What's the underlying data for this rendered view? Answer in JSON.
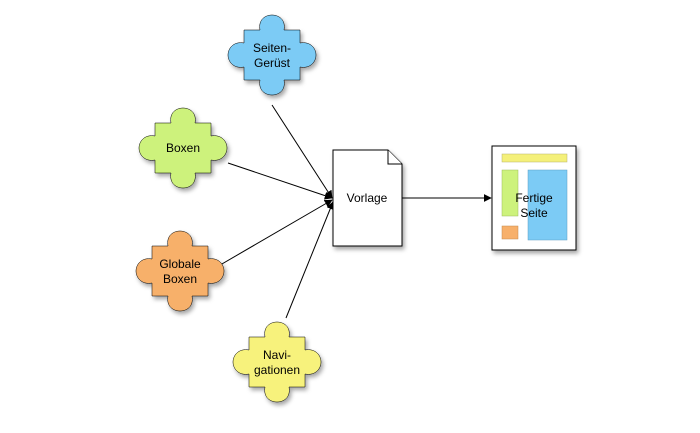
{
  "pieces": [
    {
      "id": "seiten-geruest",
      "lines": [
        "Seiten-",
        "Gerüst"
      ],
      "color": "#7ccbf5"
    },
    {
      "id": "boxen",
      "lines": [
        "Boxen"
      ],
      "color": "#cdf27c"
    },
    {
      "id": "globale-boxen",
      "lines": [
        "Globale",
        "Boxen"
      ],
      "color": "#f7b06a"
    },
    {
      "id": "navigationen",
      "lines": [
        "Navi-",
        "gationen"
      ],
      "color": "#f7f27c"
    }
  ],
  "template": {
    "label": "Vorlage"
  },
  "result": {
    "lines": [
      "Fertige",
      "Seite"
    ],
    "colors": {
      "header": "#f4f07a",
      "sidebar": "#cdf27c",
      "content": "#7ccbf5",
      "footer": "#f7b06a"
    }
  }
}
